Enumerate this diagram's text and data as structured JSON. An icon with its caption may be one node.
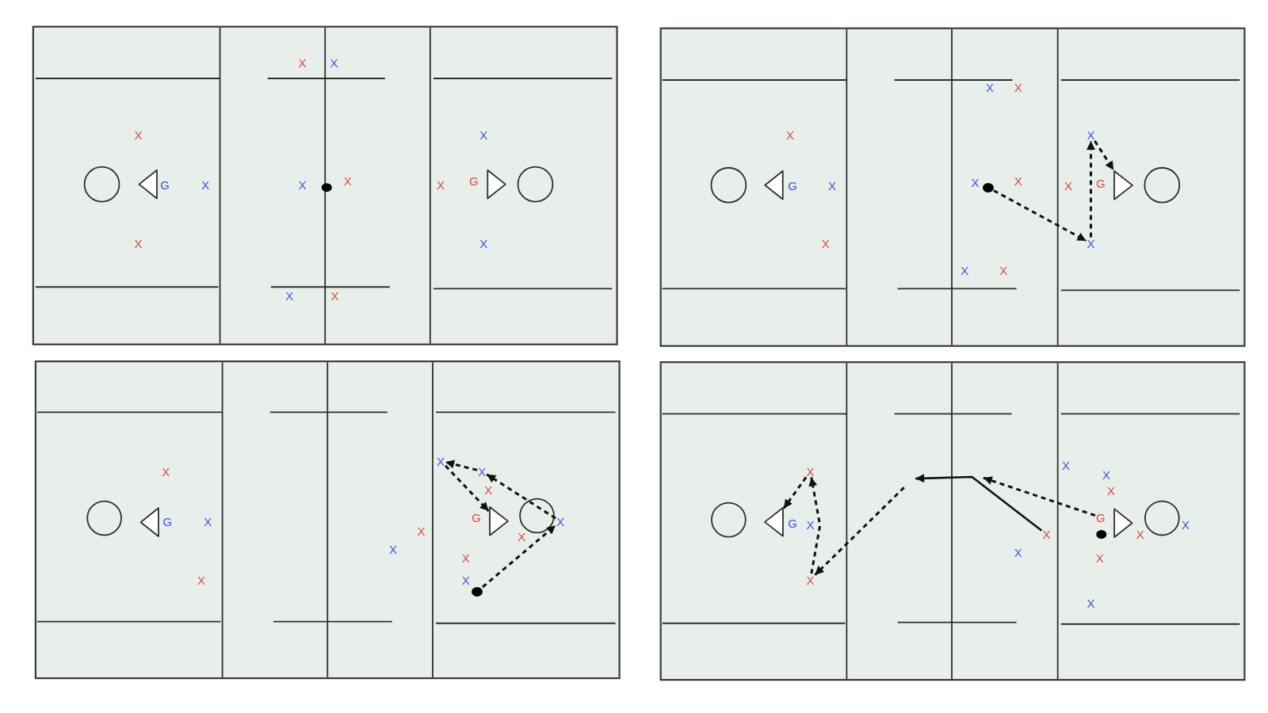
{
  "diagram": {
    "nodes": [
      {
        "text": [
          "X"
        ]
      },
      {
        "text": [],
        "shape": "circle"
      },
      {
        "text": [],
        "shape": "triangle"
      },
      {
        "text": [
          "X"
        ]
      },
      {
        "text": [
          "X"
        ]
      },
      {
        "text": [
          "X"
        ]
      },
      {
        "text": [],
        "shape": "triangle"
      },
      {
        "text": [
          "X"
        ]
      },
      {
        "text": [],
        "shape": "circle"
      },
      {
        "text": [
          "X"
        ]
      },
      {
        "text": [],
        "shape": "triangle"
      },
      {
        "text": [
          "G"
        ]
      },
      {
        "text": [
          "X"
        ]
      },
      {
        "text": [
          "X"
        ]
      }
    ],
    "edges": [
      {
        "from": 1,
        "to": 3,
        "arrow": "to",
        "style": "dashed"
      },
      {
        "from": 3,
        "to": 0,
        "arrow": "to",
        "style": "dashed"
      },
      {
        "from": 0,
        "to": 2,
        "arrow": "to",
        "style": "dashed"
      },
      {
        "from": 8,
        "to": 7,
        "arrow": "to",
        "style": "dashed"
      },
      {
        "from": 7,
        "to": 5,
        "arrow": "to",
        "style": "dashed"
      },
      {
        "from": 5,
        "to": 4,
        "arrow": "to",
        "style": "dashed"
      },
      {
        "from": 4,
        "to": 6,
        "arrow": "to",
        "style": "dashed"
      },
      {
        "from": 11,
        "to": null,
        "arrow": "to",
        "style": "dashed"
      },
      {
        "from": 12,
        "to": null,
        "arrow": "to"
      },
      {
        "from": null,
        "to": 13,
        "arrow": "to",
        "style": "dashed"
      },
      {
        "from": 13,
        "to": 9,
        "arrow": "to",
        "style": "dashed"
      },
      {
        "from": 9,
        "to": 10,
        "arrow": "to",
        "style": "dashed"
      }
    ],
    "labels": [
      "X",
      "X",
      "X",
      "X",
      "G",
      "X",
      "X",
      "X",
      "X",
      "G",
      "X",
      "X",
      "X",
      "X",
      "X",
      "X",
      "X",
      "G",
      "X",
      "X",
      "X",
      "X",
      "G",
      "X",
      "X",
      "X",
      "X",
      "X",
      "G",
      "X",
      "G",
      "X",
      "X",
      "X",
      "X",
      "X",
      "X",
      "X",
      "X",
      "X",
      "G",
      "X",
      "X",
      "X",
      "X",
      "X",
      "X"
    ]
  }
}
